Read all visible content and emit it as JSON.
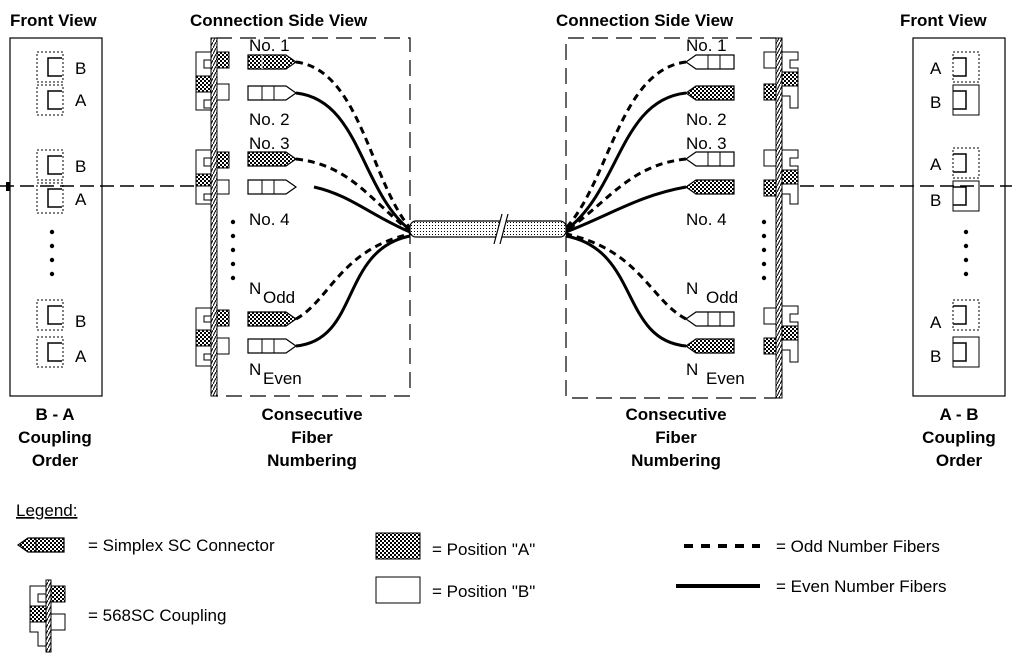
{
  "left_front": {
    "title": "Front View",
    "port_top": "B",
    "port_bottom": "A",
    "caption": [
      "B - A",
      "Coupling",
      "Order"
    ]
  },
  "left_side": {
    "title": "Connection Side View",
    "no1": "No. 1",
    "no2": "No. 2",
    "no3": "No. 3",
    "no4": "No. 4",
    "n_letter": "N",
    "odd": "Odd",
    "even": "Even",
    "caption": [
      "Consecutive",
      "Fiber",
      "Numbering"
    ]
  },
  "right_side": {
    "title": "Connection Side View",
    "no1": "No. 1",
    "no2": "No. 2",
    "no3": "No. 3",
    "no4": "No. 4",
    "n_letter": "N",
    "odd": "Odd",
    "even": "Even",
    "caption": [
      "Consecutive",
      "Fiber",
      "Numbering"
    ]
  },
  "right_front": {
    "title": "Front View",
    "port_top": "A",
    "port_bottom": "B",
    "caption": [
      "A - B",
      "Coupling",
      "Order"
    ]
  },
  "legend": {
    "title": "Legend:",
    "connector": "=  Simplex  SC Connector",
    "coupling": "=  568SC Coupling",
    "position_a": "=  Position \"A\"",
    "position_b": "=  Position \"B\"",
    "odd_fibers": "=  Odd Number Fibers",
    "even_fibers": "=  Even Number Fibers"
  },
  "colors": {
    "line": "#000000",
    "hatch_dark": "#000000",
    "cable_fill": "#d9d9d9"
  }
}
